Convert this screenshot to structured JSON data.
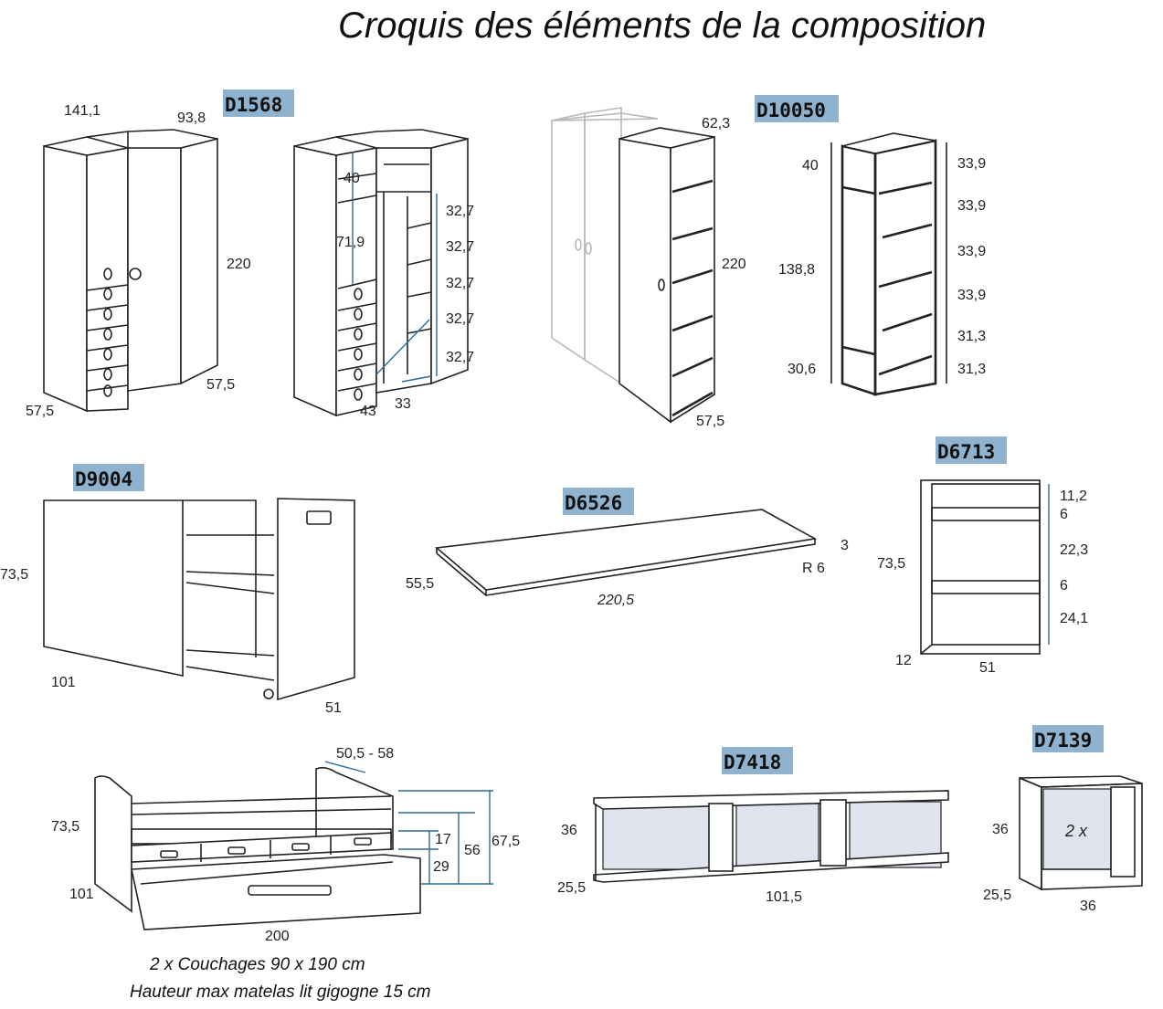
{
  "title": "Croquis des éléments de la composition",
  "codes": {
    "d1568": "D1568",
    "d10050": "D10050",
    "d9004": "D9004",
    "d6526": "D6526",
    "d6713": "D6713",
    "d7418": "D7418",
    "d7139": "D7139"
  },
  "corner_wardrobe": {
    "width_a": "141,1",
    "width_b": "93,8",
    "height": "220",
    "depth_left": "57,5",
    "depth_right": "57,5",
    "upper_space": "40",
    "hanging_space": "71,9",
    "shelf_1": "32,7",
    "shelf_2": "32,7",
    "shelf_3": "32,7",
    "shelf_4": "32,7",
    "shelf_5": "32,7",
    "inner_a": "43",
    "inner_b": "33"
  },
  "end_shelf": {
    "width": "62,3",
    "height": "220",
    "depth": "57,5",
    "top_space": "40",
    "middle_space": "138,8",
    "bottom_space": "30,6",
    "shelf_1": "33,9",
    "shelf_2": "33,9",
    "shelf_3": "33,9",
    "shelf_4": "33,9",
    "shelf_5": "31,3",
    "shelf_6": "31,3"
  },
  "desk_unit": {
    "height": "73,5",
    "width": "101",
    "depth": "51"
  },
  "desk_top": {
    "depth": "55,5",
    "length": "220,5",
    "thickness": "3",
    "radius": "R 6"
  },
  "bookcase": {
    "height": "73,5",
    "depth": "12",
    "width": "51",
    "space_1": "11,2",
    "shelf_1": "6",
    "space_2": "22,3",
    "shelf_2": "6",
    "space_3": "24,1"
  },
  "bed": {
    "top_width": "50,5 - 58",
    "height": "73,5",
    "depth": "101",
    "length": "200",
    "h_1": "17",
    "h_2": "29",
    "h_3": "56",
    "h_4": "67,5",
    "note_1": "2 x Couchages 90 x 190 cm",
    "note_2": "Hauteur max matelas lit gigogne 15 cm"
  },
  "wall_shelf": {
    "height": "36",
    "depth": "25,5",
    "width": "101,5"
  },
  "cube": {
    "height": "36",
    "depth": "25,5",
    "width": "36",
    "qty": "2 x"
  }
}
